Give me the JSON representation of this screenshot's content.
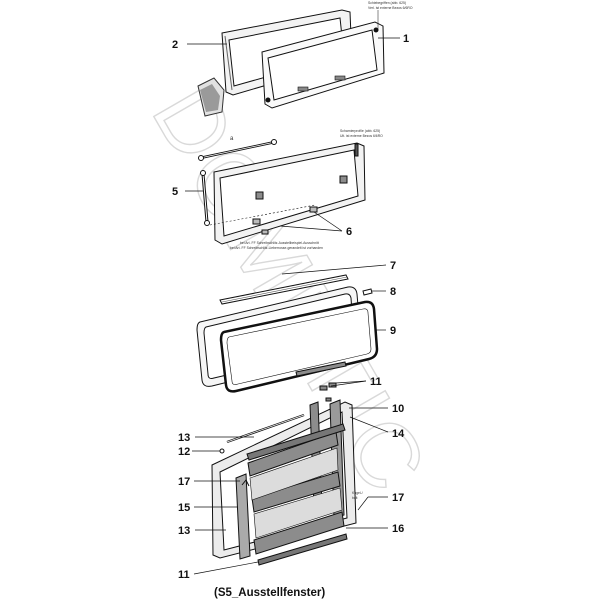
{
  "watermark": "DOMETIC",
  "caption": "(S5_Ausstellfenster)",
  "callouts": {
    "c1": "1",
    "c2": "2",
    "c5": "5",
    "c6": "6",
    "c7": "7",
    "c8": "8",
    "c9": "9",
    "c11a": "11",
    "c10": "10",
    "c14": "14",
    "c13a": "13",
    "c12": "12",
    "c17a": "17",
    "c15": "15",
    "c13b": "13",
    "c17b": "17",
    "c16": "16",
    "c11b": "11"
  },
  "small_text": {
    "top_note": "Schiebegriffen (abb. 625)",
    "top_note_2": "Verl. ist externe Bezos 6/6RO",
    "mid_note": "Scharnierprofile (abb. 625)",
    "mid_note_2": "Ult. ist externe Bezos 6/6RO",
    "bottom_note": "bei Art. FF Schreibschlitz-Ausstellbeispiel-Ausschnitt",
    "bottom_note_2": "bei Art. FF Schreibschlitz-Lieberrosse-gerandelt ist vorhanden",
    "letter_a": "a",
    "kugel": "Kugel-/",
    "kugel_2": "bolt"
  },
  "colors": {
    "line": "#111111",
    "frame_fill": "#f3f3f3",
    "gray_part": "#8c8c8c",
    "dark_part": "#555555",
    "watermark": "#d9d9d9"
  }
}
